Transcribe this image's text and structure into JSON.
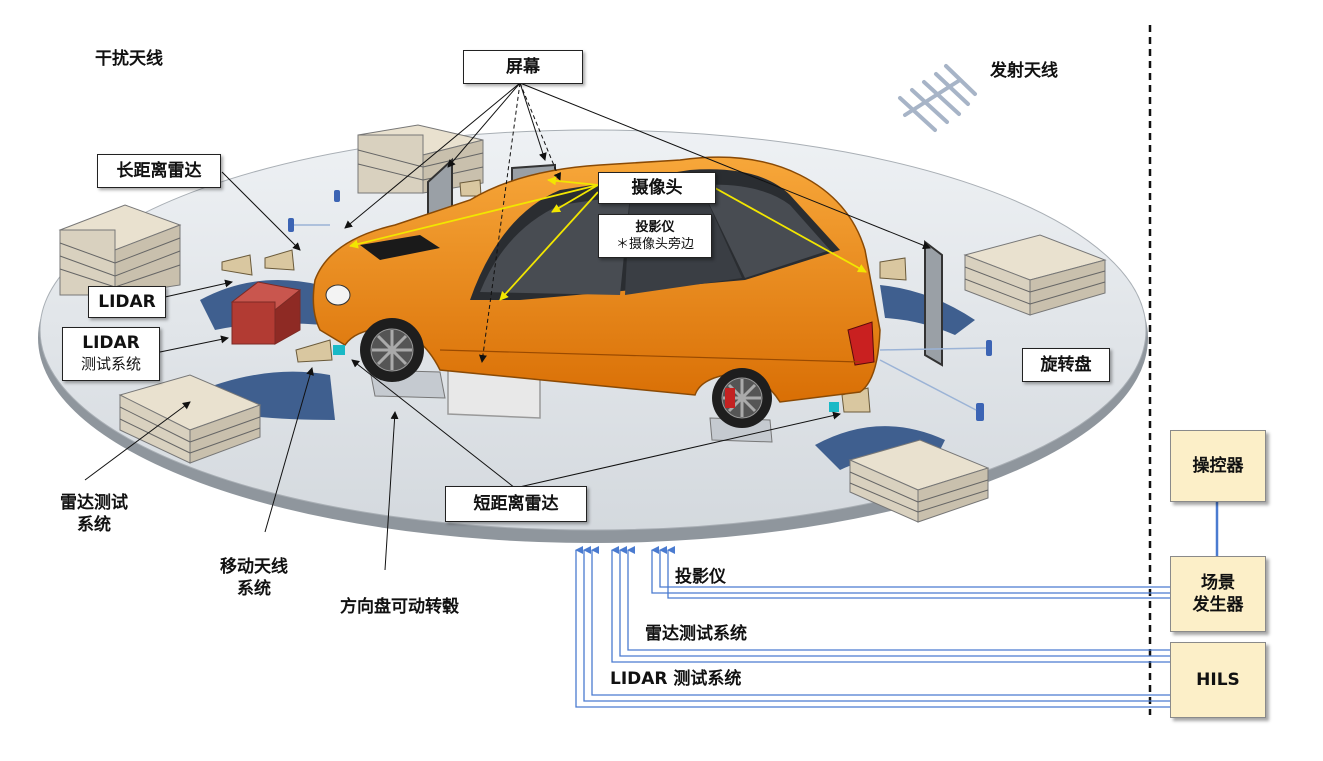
{
  "labels": {
    "interference_antenna": "干扰天线",
    "transmit_antenna": "发射天线",
    "screen": "屏幕",
    "long_range_radar": "长距离雷达",
    "camera": "摄像头",
    "projector_title": "投影仪",
    "projector_note": "＊摄像头旁边",
    "lidar": "LIDAR",
    "lidar_test_line1": "LIDAR",
    "lidar_test_line2": "测试系统",
    "turntable": "旋转盘",
    "radar_test_line1": "雷达测试",
    "radar_test_line2": "系统",
    "mobile_antenna_line1": "移动天线",
    "mobile_antenna_line2": "系统",
    "steering_hub": "方向盘可动转毂",
    "short_range_radar": "短距离雷达"
  },
  "signals": {
    "projector": "投影仪",
    "radar_test": "雷达测试系统",
    "lidar_test": "LIDAR 测试系统"
  },
  "controls": {
    "controller": "操控器",
    "scene_gen_line1": "场景",
    "scene_gen_line2": "发生器",
    "hils": "HILS"
  },
  "colors": {
    "car_body": "#f08a12",
    "turntable": "#e4e8ec",
    "signal_line": "#4a7bd0",
    "control_box": "#fcefc8",
    "absorber_blue": "#3f5f8f",
    "camera_arrow": "#f2e600"
  }
}
